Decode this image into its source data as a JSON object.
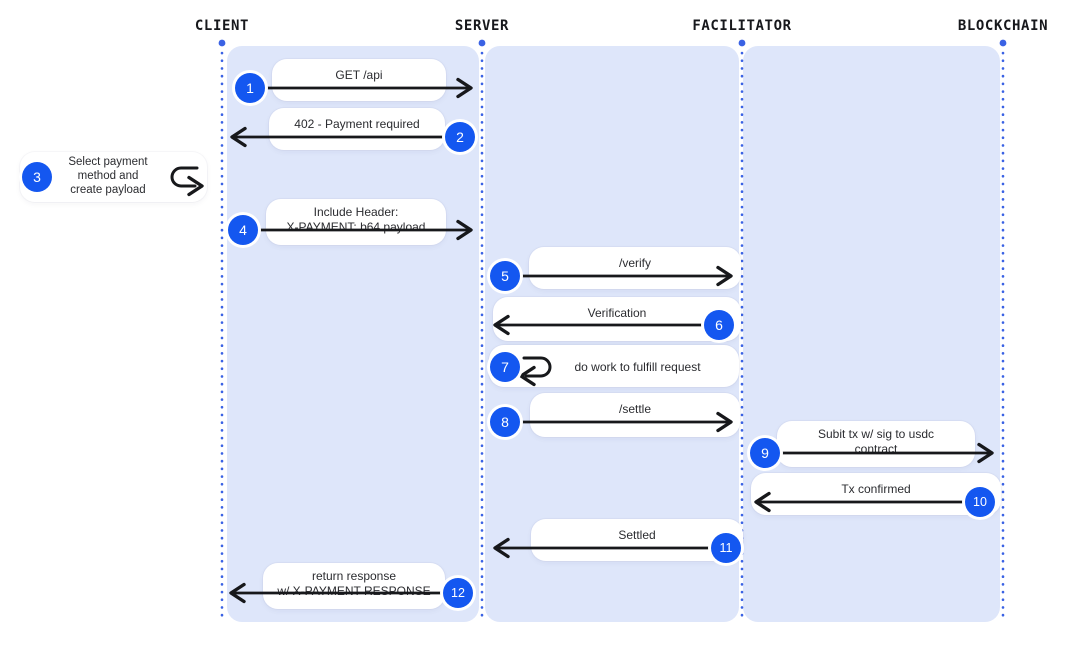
{
  "diagram": {
    "actors": [
      "CLIENT",
      "SERVER",
      "FACILITATOR",
      "BLOCKCHAIN"
    ],
    "steps": [
      {
        "num": "1",
        "from": "CLIENT",
        "to": "SERVER",
        "kind": "message",
        "label": "GET /api",
        "lines": [
          "GET /api"
        ]
      },
      {
        "num": "2",
        "from": "SERVER",
        "to": "CLIENT",
        "kind": "message",
        "label": "402 - Payment required",
        "lines": [
          "402 - Payment required"
        ]
      },
      {
        "num": "3",
        "from": "CLIENT",
        "to": "CLIENT",
        "kind": "self",
        "label": "Select payment method and create payload",
        "lines": [
          "Select payment",
          "method and",
          "create payload"
        ]
      },
      {
        "num": "4",
        "from": "CLIENT",
        "to": "SERVER",
        "kind": "message",
        "label": "Include Header: X-PAYMENT: b64 payload",
        "lines": [
          "Include Header:",
          "X-PAYMENT: b64 payload"
        ]
      },
      {
        "num": "5",
        "from": "SERVER",
        "to": "FACILITATOR",
        "kind": "message",
        "label": "/verify",
        "lines": [
          "/verify"
        ]
      },
      {
        "num": "6",
        "from": "FACILITATOR",
        "to": "SERVER",
        "kind": "message",
        "label": "Verification",
        "lines": [
          "Verification"
        ]
      },
      {
        "num": "7",
        "from": "SERVER",
        "to": "SERVER",
        "kind": "self",
        "label": "do work to fulfill request",
        "lines": [
          "do work to fulfill request"
        ]
      },
      {
        "num": "8",
        "from": "SERVER",
        "to": "FACILITATOR",
        "kind": "message",
        "label": "/settle",
        "lines": [
          "/settle"
        ]
      },
      {
        "num": "9",
        "from": "FACILITATOR",
        "to": "BLOCKCHAIN",
        "kind": "message",
        "label": "Subit tx w/ sig to usdc contract",
        "lines": [
          "Subit tx w/ sig to usdc",
          "contract"
        ]
      },
      {
        "num": "10",
        "from": "BLOCKCHAIN",
        "to": "FACILITATOR",
        "kind": "message",
        "label": "Tx confirmed",
        "lines": [
          "Tx confirmed"
        ]
      },
      {
        "num": "11",
        "from": "FACILITATOR",
        "to": "SERVER",
        "kind": "message",
        "label": "Settled",
        "lines": [
          "Settled"
        ]
      },
      {
        "num": "12",
        "from": "SERVER",
        "to": "CLIENT",
        "kind": "message",
        "label": "return response w/ X-PAYMENT RESPONSE",
        "lines": [
          "return response",
          "w/ X-PAYMENT RESPONSE"
        ]
      }
    ],
    "colors": {
      "accent_blue": "#1457F0",
      "lifeline_dot_blue": "#3A62E4",
      "lane_fill": "#DEE6FA",
      "arrow_black": "#17181B",
      "pill_white": "#FFFFFF",
      "text_dark": "#2B2C30"
    }
  }
}
